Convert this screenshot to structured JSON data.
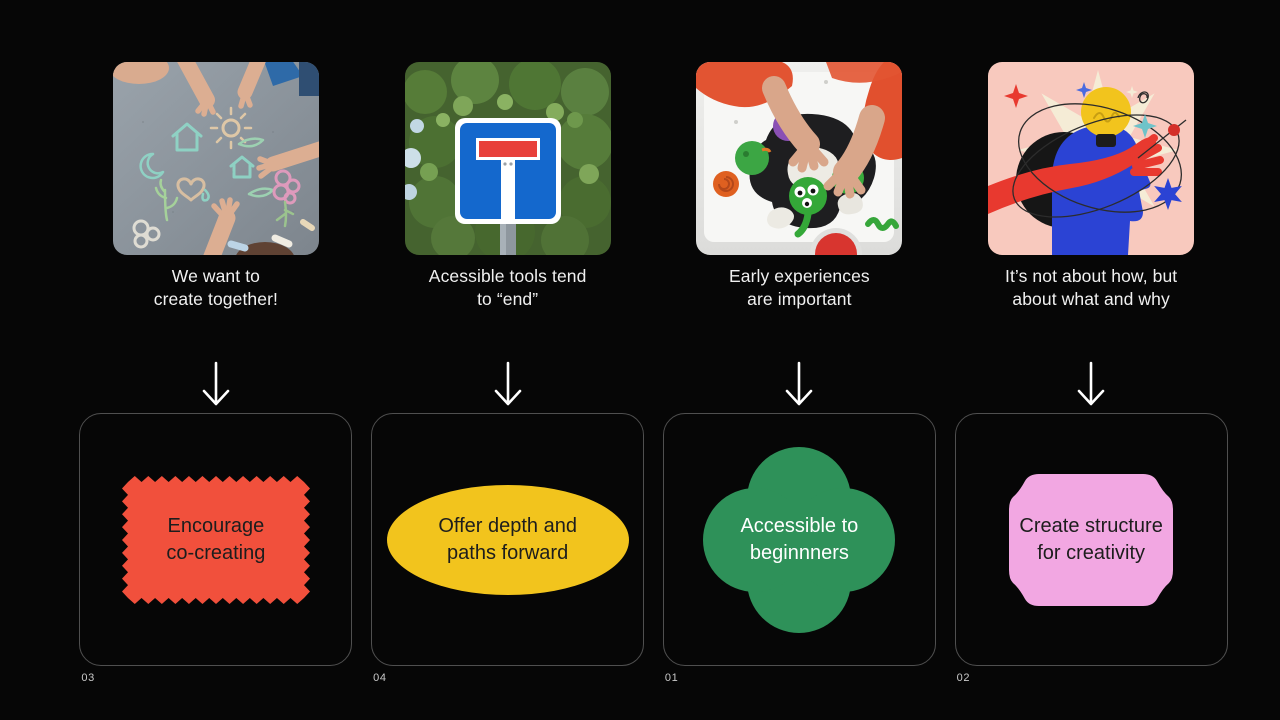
{
  "slide": {
    "background": "#060606",
    "box_border_color": "#4f4f4f",
    "arrow_color": "#ffffff",
    "caption_color": "#f0f0f0",
    "number_color": "#c9c9c9"
  },
  "columns": [
    {
      "number": "03",
      "image": "children-drawing-with-chalk-photo",
      "caption": "We want to\ncreate together!",
      "shape": {
        "type": "stamp",
        "color": "#F1503C",
        "text": "Encourage\nco-creating",
        "text_color": "#1d1d1d"
      }
    },
    {
      "number": "04",
      "image": "dead-end-street-sign-photo",
      "caption": "Acessible tools tend\nto “end”",
      "shape": {
        "type": "ellipse",
        "color": "#F2C41D",
        "text": "Offer depth and\npaths forward",
        "text_color": "#1d1d1d"
      }
    },
    {
      "number": "01",
      "image": "child-playing-with-playdough-photo",
      "caption": "Early experiences\nare important",
      "shape": {
        "type": "quatrefoil",
        "color": "#2E9159",
        "text": "Accessible to\nbeginnners",
        "text_color": "#ffffff"
      }
    },
    {
      "number": "02",
      "image": "head-with-lightbulb-illustration",
      "caption": "It’s not about how, but\nabout what and why",
      "shape": {
        "type": "plaque",
        "color": "#F2A7E2",
        "text": "Create structure\nfor creativity",
        "text_color": "#1d1d1d"
      }
    }
  ]
}
